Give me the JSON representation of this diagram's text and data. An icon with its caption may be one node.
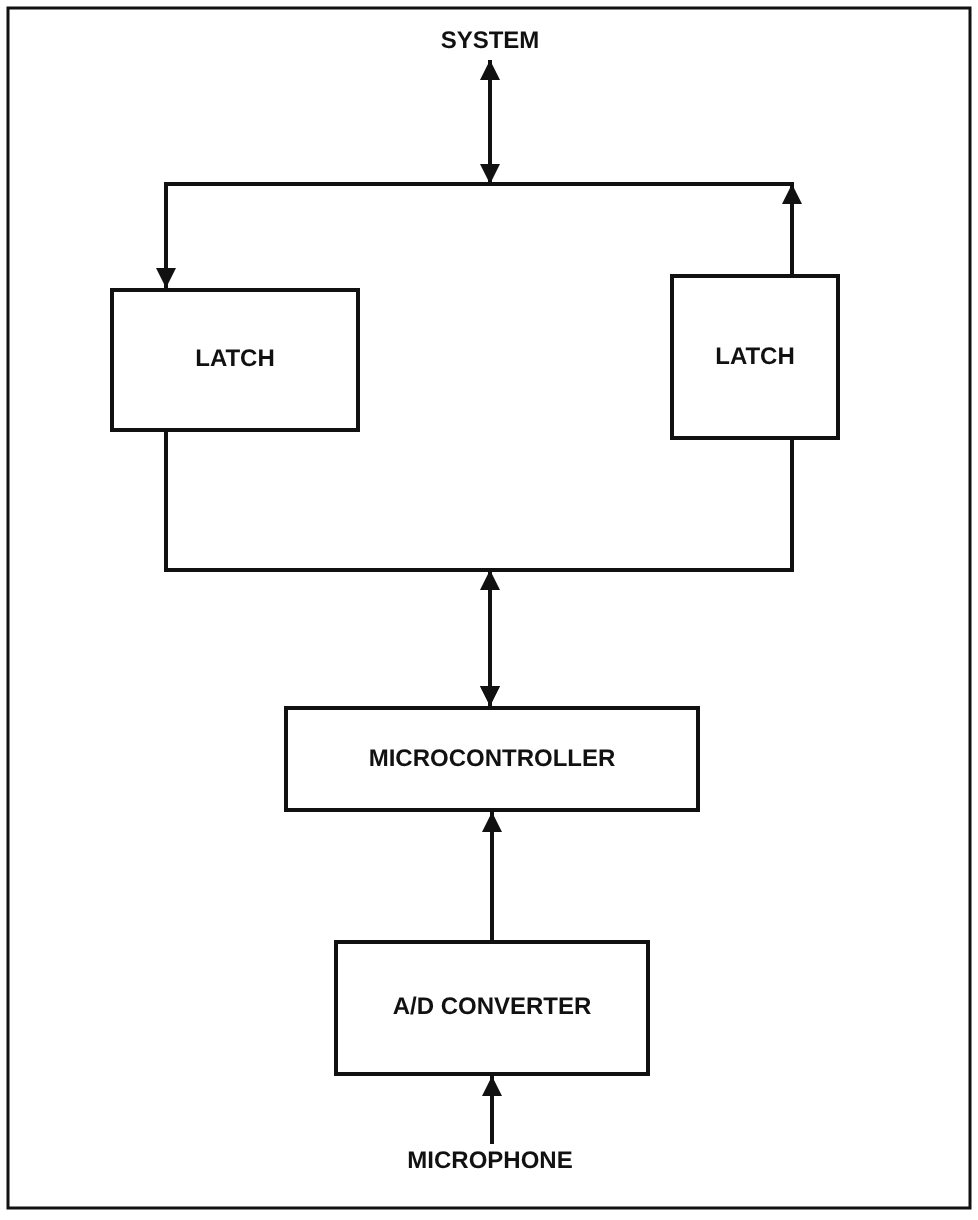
{
  "diagram": {
    "nodes": [
      {
        "text": [
          "SYSTEM"
        ]
      },
      {
        "text": [
          "LATCH"
        ]
      },
      {
        "text": [
          "LATCH"
        ]
      },
      {
        "text": [
          "MICROCONTROLLER"
        ]
      },
      {
        "text": [
          "A/D CONVERTER"
        ]
      },
      {
        "text": [
          "MICROPHONE"
        ]
      }
    ],
    "edges": [
      {
        "from": 0,
        "to": 1,
        "arrow": "to"
      },
      {
        "from": 2,
        "to": 0,
        "arrow": "to"
      },
      {
        "from": 1,
        "to": 3,
        "arrow": "to"
      },
      {
        "from": 2,
        "to": 3,
        "arrow": "to"
      },
      {
        "from": 4,
        "to": 3,
        "arrow": "to"
      },
      {
        "from": 5,
        "to": 4,
        "arrow": "to"
      }
    ]
  }
}
